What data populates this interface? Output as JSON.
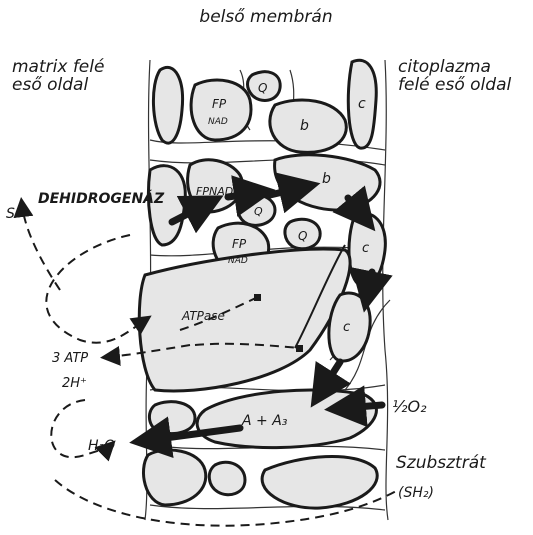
{
  "labels": {
    "inner_membrane": "belső membrán",
    "matrix_side_1": "matrix felé",
    "matrix_side_2": "eső oldal",
    "cytoplasm_side_1": "citoplazma",
    "cytoplasm_side_2": "felé eső oldal",
    "dehydrogenase": "DEHIDROGENÁZ",
    "s": "S",
    "atp": "3 ATP",
    "protons": "2H⁺",
    "water": "H₂O",
    "oxygen": "½O₂",
    "substrate": "Szubsztrát",
    "sh2": "(SH₂)",
    "atpase": "ATPase",
    "cytochrome_a_a3": "A + A₃"
  },
  "complexes": {
    "fp_nad_top_fp": "FP",
    "fp_nad_top_nad": "NAD",
    "q_top": "Q",
    "b_top": "b",
    "c_top": "c",
    "fp_nad_mid": "FPNAD",
    "b_mid": "b",
    "q_mid": "Q",
    "fp_nad_low_fp": "FP",
    "fp_nad_low_nad": "NAD",
    "q_low": "Q",
    "c1_right": "c",
    "c_right": "c"
  }
}
